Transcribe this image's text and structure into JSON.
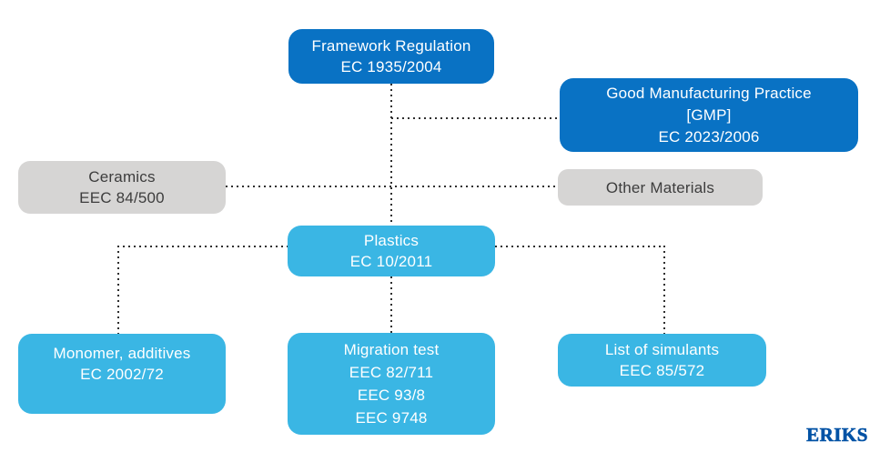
{
  "diagram": {
    "title": "EU food contact materials regulation flowchart",
    "colors": {
      "dark_blue": "#0972c4",
      "light_blue": "#3ab6e4",
      "gray": "#d6d5d4",
      "text_on_gray": "#3d3d3d",
      "text_on_blue": "#ffffff",
      "connector": "#2e2e2e",
      "logo_blue": "#0052a5"
    },
    "nodes": [
      {
        "id": "framework",
        "style": "dark",
        "lines": [
          "Framework Regulation",
          "EC 1935/2004"
        ]
      },
      {
        "id": "gmp",
        "style": "dark",
        "lines": [
          "Good Manufacturing Practice",
          "[GMP]",
          "EC 2023/2006"
        ]
      },
      {
        "id": "ceramics",
        "style": "gray",
        "lines": [
          "Ceramics",
          "EEC 84/500"
        ]
      },
      {
        "id": "other",
        "style": "gray",
        "lines": [
          "Other Materials"
        ]
      },
      {
        "id": "plastics",
        "style": "light",
        "lines": [
          "Plastics",
          "EC 10/2011"
        ]
      },
      {
        "id": "monomer",
        "style": "light",
        "lines": [
          "Monomer, additives",
          "EC 2002/72"
        ]
      },
      {
        "id": "migration",
        "style": "light",
        "lines": [
          "Migration test",
          "EEC 82/711",
          "EEC 93/8",
          "EEC 9748"
        ]
      },
      {
        "id": "simulants",
        "style": "light",
        "lines": [
          "List of simulants",
          "EEC 85/572"
        ]
      }
    ],
    "connectors": [
      "framework-to-plastics",
      "framework-to-gmp",
      "ceramics-to-other-materials",
      "plastics-to-migration-test",
      "plastics-to-monomer",
      "plastics-to-list-of-simulants"
    ],
    "logo": {
      "text": "ERIKS"
    }
  }
}
